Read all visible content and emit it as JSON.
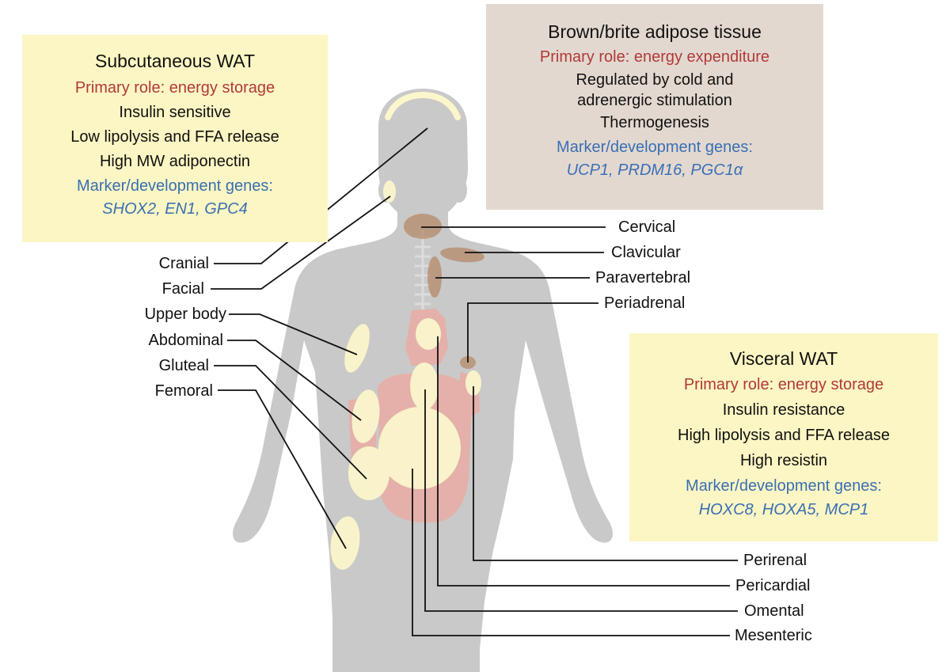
{
  "subcutaneous": {
    "title": "Subcutaneous WAT",
    "role": "Primary role: energy storage",
    "props": [
      "Insulin sensitive",
      "Low lipolysis and FFA release",
      "High MW adiponectin"
    ],
    "genes_label": "Marker/development genes:",
    "genes": "SHOX2, EN1, GPC4"
  },
  "brown": {
    "title": "Brown/brite adipose tissue",
    "role": "Primary role: energy expenditure",
    "props": [
      "Regulated by cold and",
      "adrenergic stimulation",
      "Thermogenesis"
    ],
    "genes_label": "Marker/development genes:",
    "genes": "UCP1, PRDM16, PGC1α"
  },
  "visceral": {
    "title": "Visceral WAT",
    "role": "Primary role: energy storage",
    "props": [
      "Insulin resistance",
      "High lipolysis and FFA release",
      "High resistin"
    ],
    "genes_label": "Marker/development genes:",
    "genes": "HOXC8, HOXA5, MCP1"
  },
  "labels_left": [
    "Cranial",
    "Facial",
    "Upper body",
    "Abdominal",
    "Gluteal",
    "Femoral"
  ],
  "labels_brown": [
    "Cervical",
    "Clavicular",
    "Paravertebral",
    "Periadrenal"
  ],
  "labels_visceral": [
    "Perirenal",
    "Pericardial",
    "Omental",
    "Mesenteric"
  ],
  "colors": {
    "subcutaneous_box": "#fbf6c3",
    "brown_box": "#e3d8cf",
    "visceral_box": "#fbf6c3",
    "primary_role_text": "#b03a3a",
    "genes_text": "#3a6fb5",
    "body": "#c7c7c7",
    "white_fat": "#fbf6cc",
    "brown_fat": "#b58a6a",
    "organs": "#e7aea6",
    "leader_lines": "#111111"
  }
}
